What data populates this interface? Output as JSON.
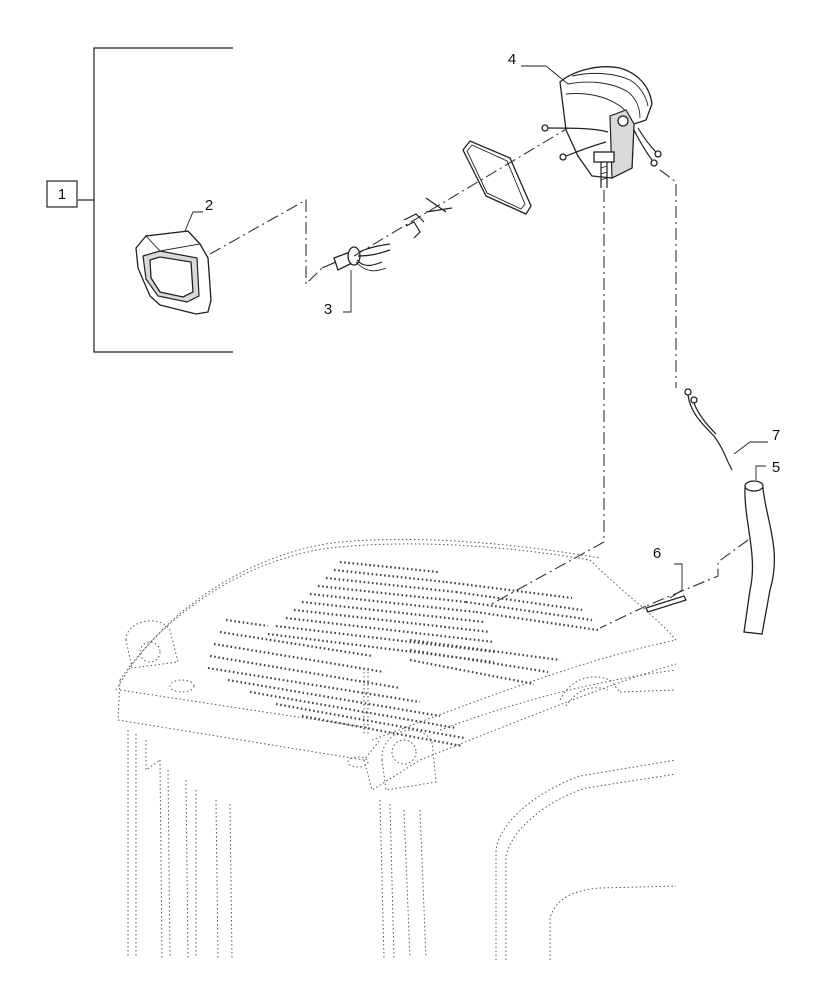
{
  "diagram": {
    "callouts": {
      "group": "1",
      "lamp": "2",
      "bulb": "3",
      "housing": "4",
      "sleeve": "5",
      "strap": "6",
      "harness": "7"
    }
  }
}
